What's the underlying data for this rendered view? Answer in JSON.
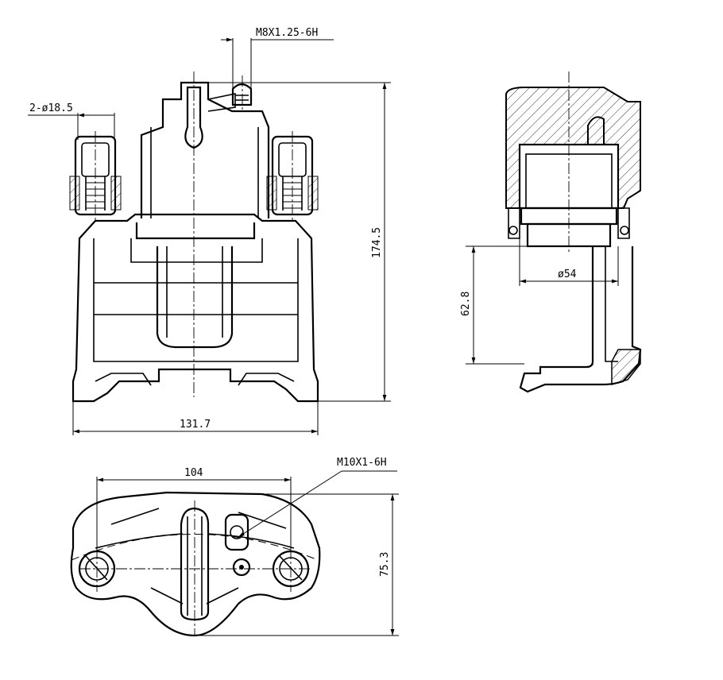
{
  "dimensions": {
    "thread_top": "M8X1.25-6H",
    "bore_diameter": "2-ø18.5",
    "height": "174.5",
    "width": "131.7",
    "piston_diameter": "ø54",
    "piston_offset": "62.8",
    "spacing": "104",
    "thread_bottom": "M10X1-6H",
    "depth": "75.3"
  },
  "colors": {
    "line": "#000000",
    "background": "#ffffff"
  }
}
